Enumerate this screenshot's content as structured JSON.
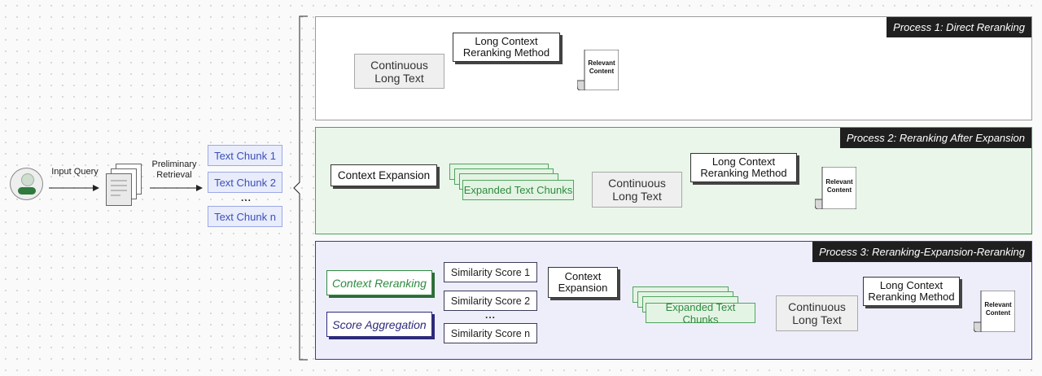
{
  "left": {
    "input_query": "Input Query",
    "preliminary_retrieval": "Preliminary\nRetrieval",
    "chunks": [
      "Text Chunk 1",
      "Text Chunk 2",
      "Text Chunk n"
    ],
    "ellipsis": "..."
  },
  "process1": {
    "tag": "Process 1: Direct Reranking",
    "continuous_long_text": "Continuous\nLong Text",
    "method": "Long Context\nReranking Method",
    "relevant_content": "Relevant\nContent"
  },
  "process2": {
    "tag": "Process 2: Reranking After Expansion",
    "context_expansion": "Context Expansion",
    "expanded_chunks": "Expanded Text Chunks",
    "continuous_long_text": "Continuous\nLong Text",
    "method": "Long Context\nReranking Method",
    "relevant_content": "Relevant\nContent"
  },
  "process3": {
    "tag": "Process 3: Reranking-Expansion-Reranking",
    "context_reranking": "Context Reranking",
    "score_aggregation": "Score Aggregation",
    "scores": [
      "Similarity Score 1",
      "Similarity Score 2",
      "Similarity Score n"
    ],
    "ellipsis": "...",
    "context_expansion": "Context\nExpansion",
    "expanded_chunks": "Expanded Text Chunks",
    "continuous_long_text": "Continuous\nLong Text",
    "method": "Long Context\nReranking Method",
    "relevant_content": "Relevant\nContent"
  },
  "colors": {
    "chunk_blue": "#3b4fb8",
    "green": "#2f8a3f",
    "purple": "#2d2a7a",
    "tag_bg": "#1f1f1f"
  }
}
